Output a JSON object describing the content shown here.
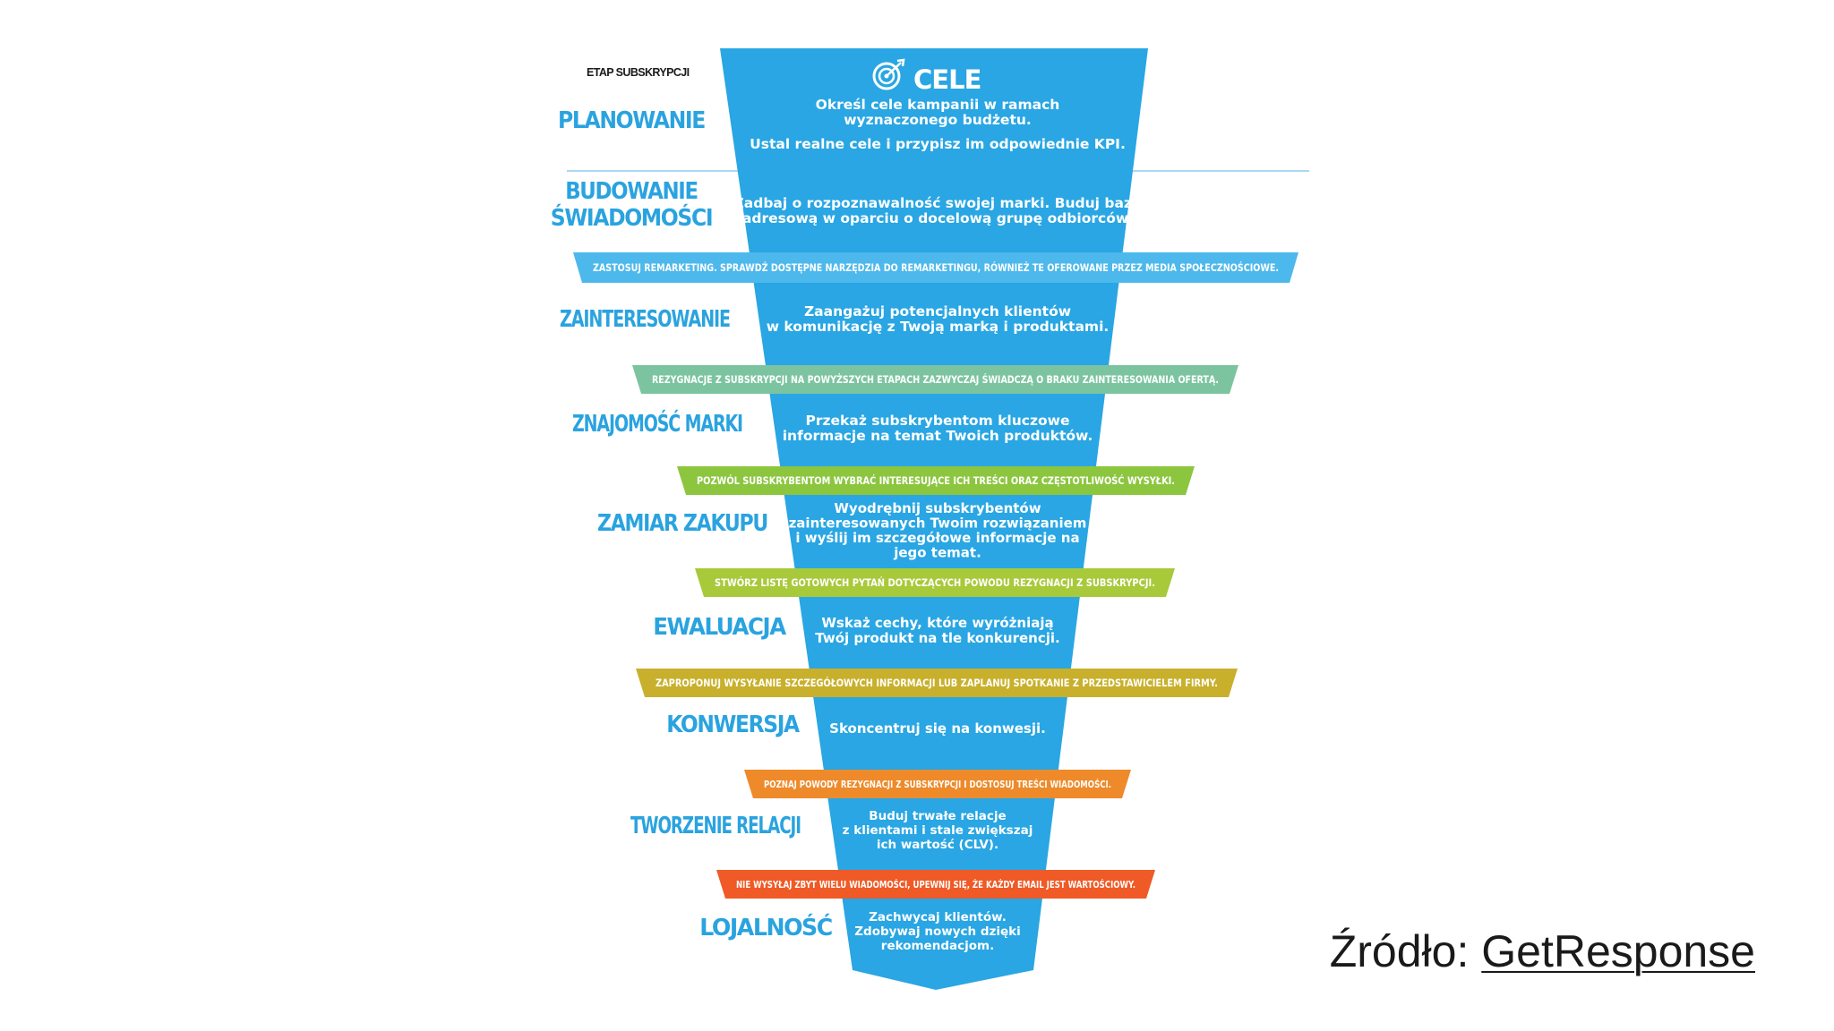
{
  "header": {
    "stage_column": "ETAP SUBSKRYPCJI"
  },
  "goals": {
    "title": "CELE",
    "icon": "target-icon",
    "lines": [
      "Określ cele kampanii w ramach",
      "wyznaczonego budżetu.",
      "",
      "Ustal realne cele i przypisz im odpowiednie KPI."
    ]
  },
  "stages": [
    {
      "label": [
        "PLANOWANIE"
      ],
      "text": []
    },
    {
      "label": [
        "BUDOWANIE",
        "ŚWIADOMOŚCI"
      ],
      "text": [
        "Zadbaj o rozpoznawalność swojej marki. Buduj bazę",
        "adresową w oparciu o docelową grupę odbiorców."
      ]
    },
    {
      "label": [
        "ZAINTERESOWANIE"
      ],
      "text": [
        "Zaangażuj potencjalnych klientów",
        "w komunikację z Twoją marką i produktami."
      ]
    },
    {
      "label": [
        "ZNAJOMOŚĆ MARKI"
      ],
      "text": [
        "Przekaż subskrybentom kluczowe",
        "informacje na temat Twoich produktów."
      ]
    },
    {
      "label": [
        "ZAMIAR ZAKUPU"
      ],
      "text": [
        "Wyodrębnij subskrybentów",
        "zainteresowanych Twoim rozwiązaniem",
        "i wyślij im szczegółowe informacje na",
        "jego temat."
      ]
    },
    {
      "label": [
        "EWALUACJA"
      ],
      "text": [
        "Wskaż cechy, które wyróżniają",
        "Twój produkt na tle konkurencji."
      ]
    },
    {
      "label": [
        "KONWERSJA"
      ],
      "text": [
        "Skoncentruj się na konwesji."
      ]
    },
    {
      "label": [
        "TWORZENIE RELACJI"
      ],
      "text": [
        "Buduj trwałe relacje",
        "z klientami i stale zwiększaj",
        "ich wartość (CLV)."
      ]
    },
    {
      "label": [
        "LOJALNOŚĆ"
      ],
      "text": [
        "Zachwycaj klientów.",
        "Zdobywaj nowych dzięki",
        "rekomendacjom."
      ]
    }
  ],
  "banners": [
    {
      "text": "ZASTOSUJ REMARKETING. SPRAWDŹ DOSTĘPNE NARZĘDZIA DO REMARKETINGU, RÓWNIEŻ TE OFEROWANE PRZEZ MEDIA SPOŁECZNOŚCIOWE.",
      "color": "#4db8ec"
    },
    {
      "text": "REZYGNACJE Z SUBSKRYPCJI NA POWYŻSZYCH ETAPACH ZAZWYCZAJ ŚWIADCZĄ O BRAKU ZAINTERESOWANIA OFERTĄ.",
      "color": "#7cc4a0"
    },
    {
      "text": "POZWÓL SUBSKRYBENTOM WYBRAĆ INTERESUJĄCE ICH TREŚCI ORAZ CZĘSTOTLIWOŚĆ WYSYŁKI.",
      "color": "#8cc63f"
    },
    {
      "text": "STWÓRZ LISTĘ GOTOWYCH PYTAŃ DOTYCZĄCYCH POWODU REZYGNACJI Z SUBSKRYPCJI.",
      "color": "#a8c93a"
    },
    {
      "text": "ZAPROPONUJ WYSYŁANIE SZCZEGÓŁOWYCH INFORMACJI LUB ZAPLANUJ SPOTKANIE Z PRZEDSTAWICIELEM FIRMY.",
      "color": "#c9b02c"
    },
    {
      "text": "POZNAJ POWODY REZYGNACJI Z SUBSKRYPCJI I DOSTOSUJ TREŚCI WIADOMOŚCI.",
      "color": "#ee8a2a"
    },
    {
      "text": "NIE WYSYŁAJ ZBYT WIELU WIADOMOŚCI, UPEWNIJ SIĘ, ŻE KAŻDY EMAIL JEST WARTOŚCIOWY.",
      "color": "#ef5a26"
    }
  ],
  "colors": {
    "funnel": "#29a6e3",
    "stage_label": "#2aa3df",
    "divider": "#a9d8f2"
  },
  "source": {
    "prefix": "Źródło: ",
    "link": "GetResponse"
  }
}
